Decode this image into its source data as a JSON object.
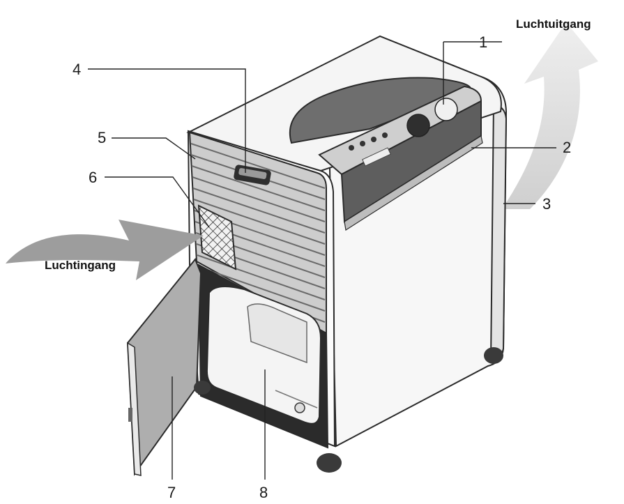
{
  "flow": {
    "outlet": "Luchtuitgang",
    "inlet": "Luchtingang"
  },
  "callouts": [
    {
      "id": "1",
      "text": "1"
    },
    {
      "id": "2",
      "text": "2"
    },
    {
      "id": "3",
      "text": "3"
    },
    {
      "id": "4",
      "text": "4"
    },
    {
      "id": "5",
      "text": "5"
    },
    {
      "id": "6",
      "text": "6"
    },
    {
      "id": "7",
      "text": "7"
    },
    {
      "id": "8",
      "text": "8"
    }
  ]
}
